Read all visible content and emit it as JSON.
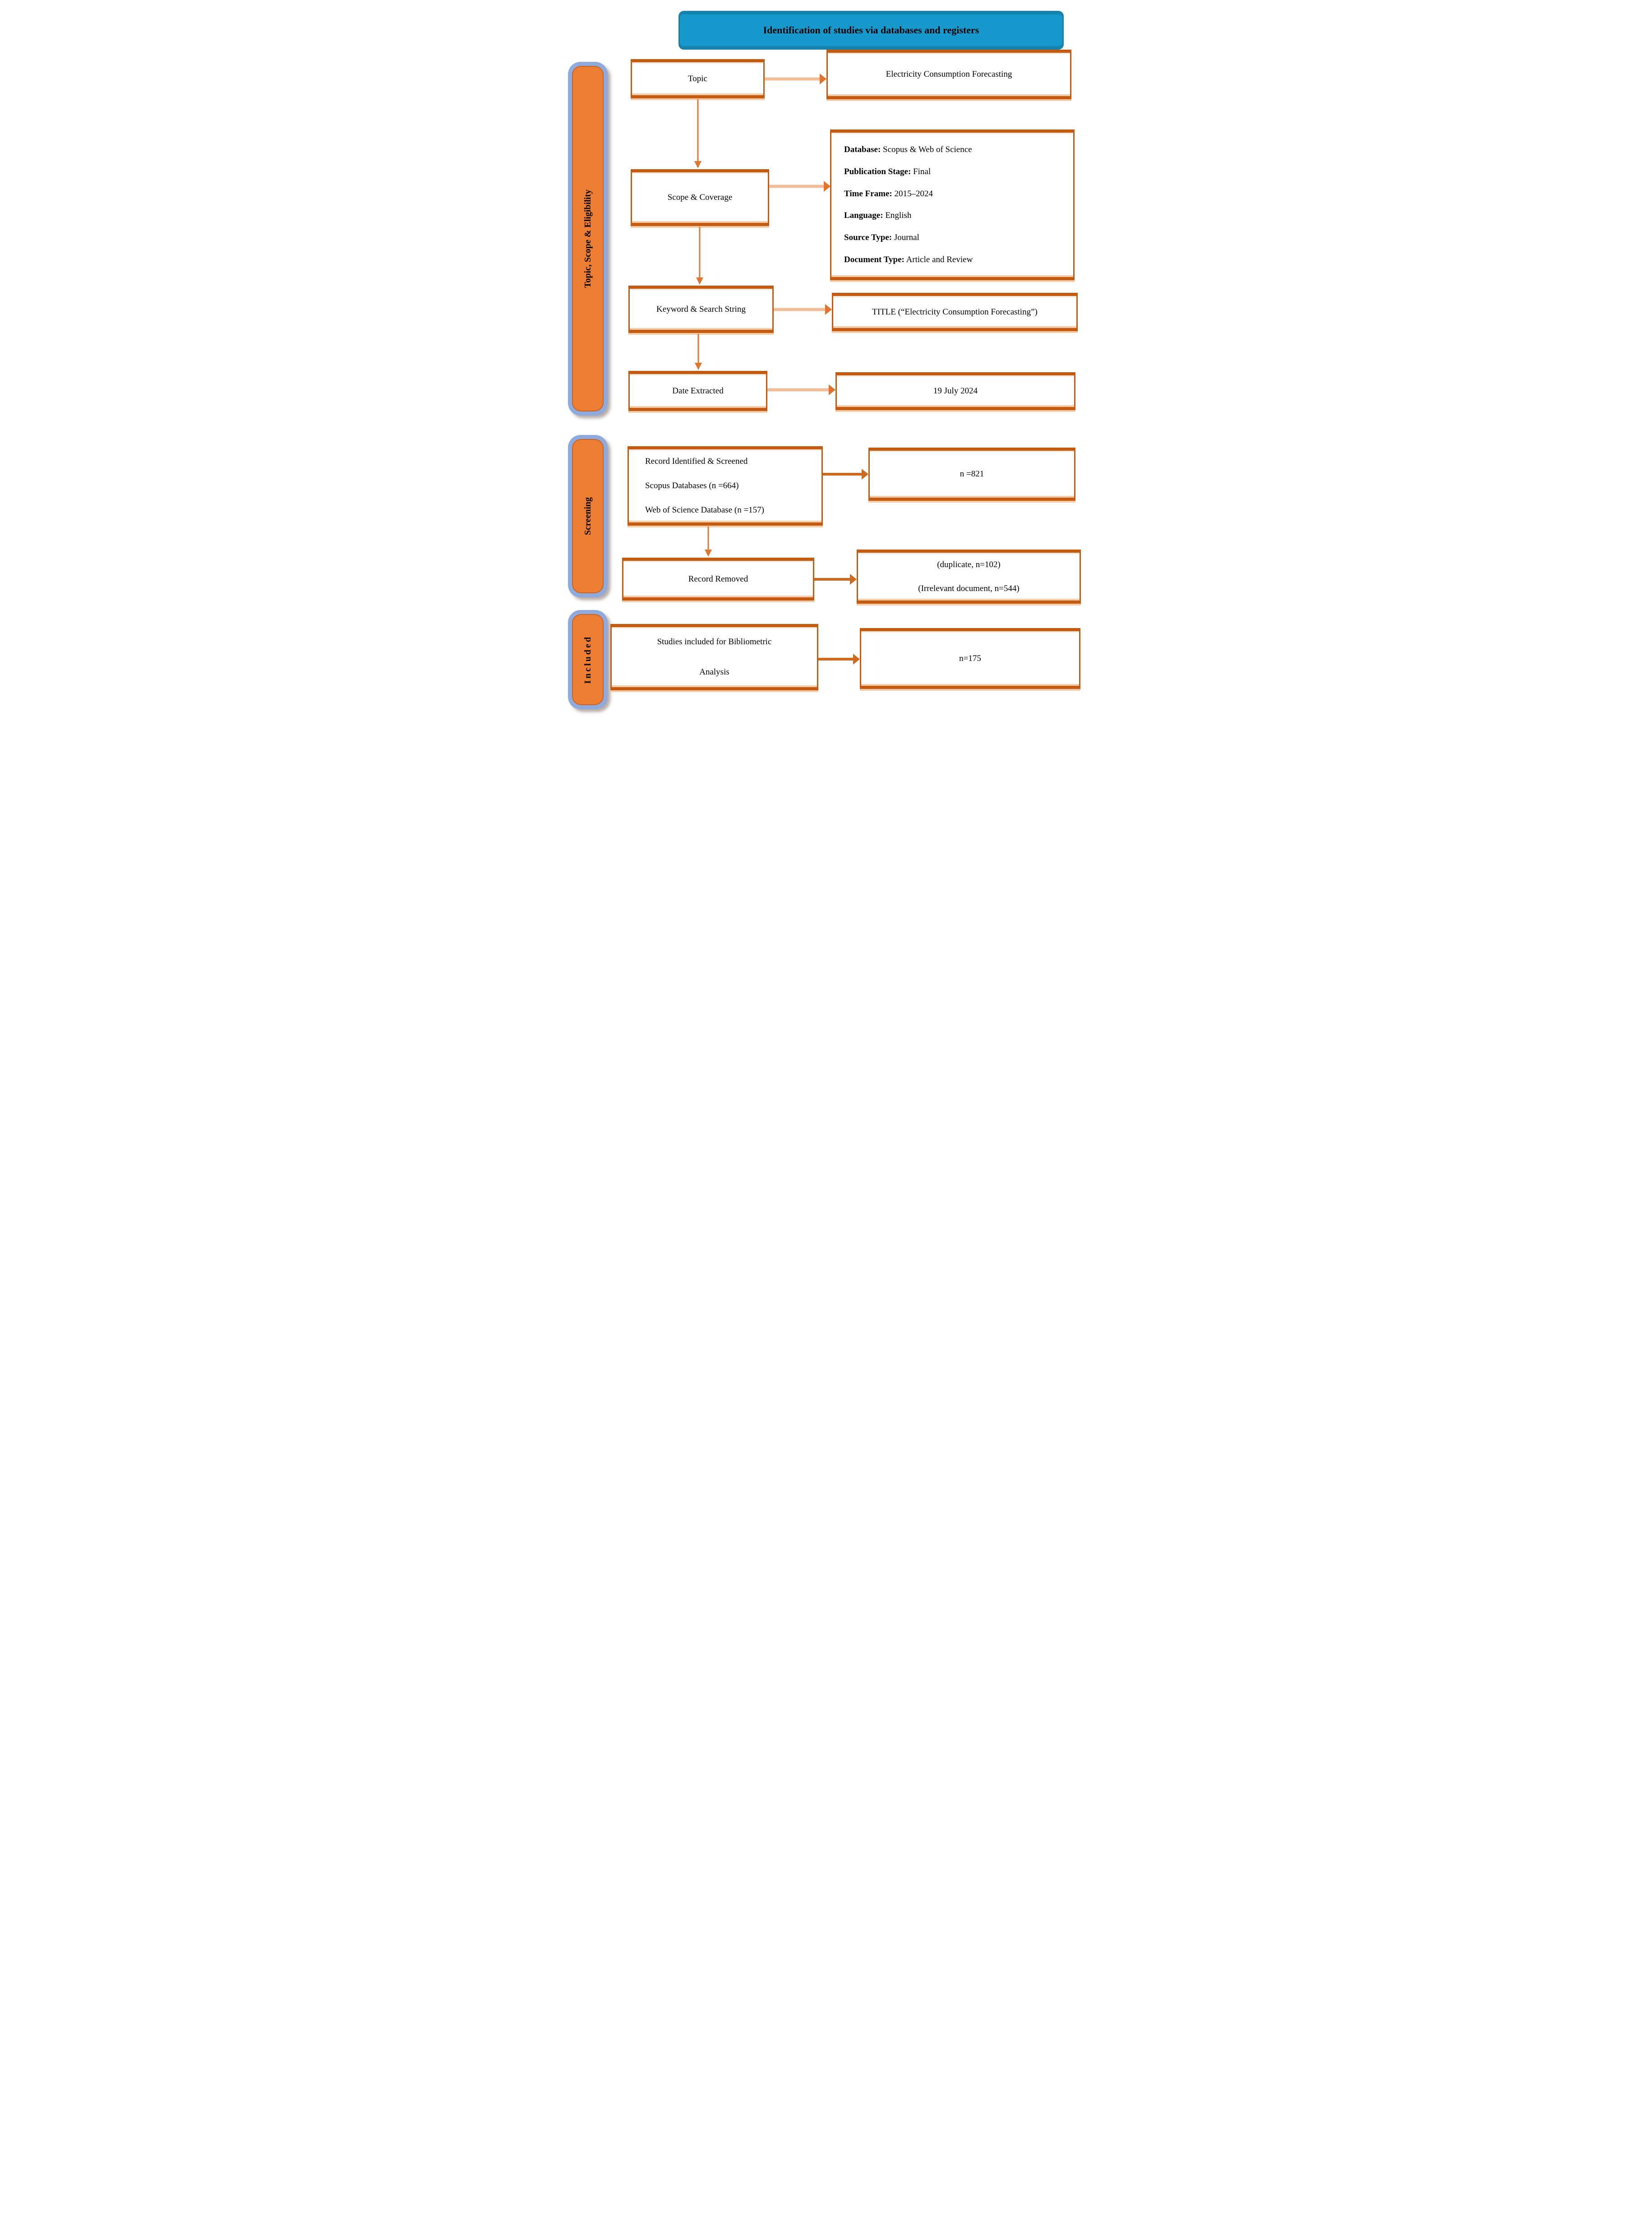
{
  "title": "Identification of studies via databases and registers",
  "colors": {
    "banner_fill": "#1899CE",
    "banner_border": "#1B7FA6",
    "stage_fill": "#ED7D31",
    "stage_border": "#8FAADC",
    "box_border": "#C55A11",
    "box_border_tint": "#F5CBAA",
    "arrow_dark": "#CE6A1F",
    "arrow_head": "#E3732B",
    "arrow_shaft_light": "#F2BE9A"
  },
  "stages": {
    "eligibility": "Topic, Scope & Eligibility",
    "screening": "Screening",
    "included": "Included"
  },
  "boxes": {
    "topic": "Topic",
    "topic_result": "Electricity Consumption Forecasting",
    "scope": "Scope & Coverage",
    "scope_details": [
      {
        "label": "Database:",
        "value": " Scopus & Web of Science"
      },
      {
        "label": "Publication Stage:",
        "value": " Final"
      },
      {
        "label": "Time Frame:",
        "value": " 2015–2024"
      },
      {
        "label": "Language:",
        "value": " English"
      },
      {
        "label": "Source Type:",
        "value": " Journal"
      },
      {
        "label": "Document Type:",
        "value": " Article and Review"
      }
    ],
    "keyword": "Keyword & Search String",
    "keyword_result": "TITLE (“Electricity Consumption Forecasting”)",
    "date": "Date Extracted",
    "date_result": "19 July 2024",
    "screened": {
      "line1": "Record Identified & Screened",
      "line2": "Scopus Databases (n =664)",
      "line3": "Web of Science Database (n =157)"
    },
    "screened_result": "n =821",
    "removed": "Record  Removed",
    "removed_result": {
      "line1": "(duplicate, n=102)",
      "line2": "(Irrelevant document, n=544)"
    },
    "included_study": {
      "line1": "Studies included for Bibliometric",
      "line2": "Analysis"
    },
    "included_result": "n=175"
  }
}
